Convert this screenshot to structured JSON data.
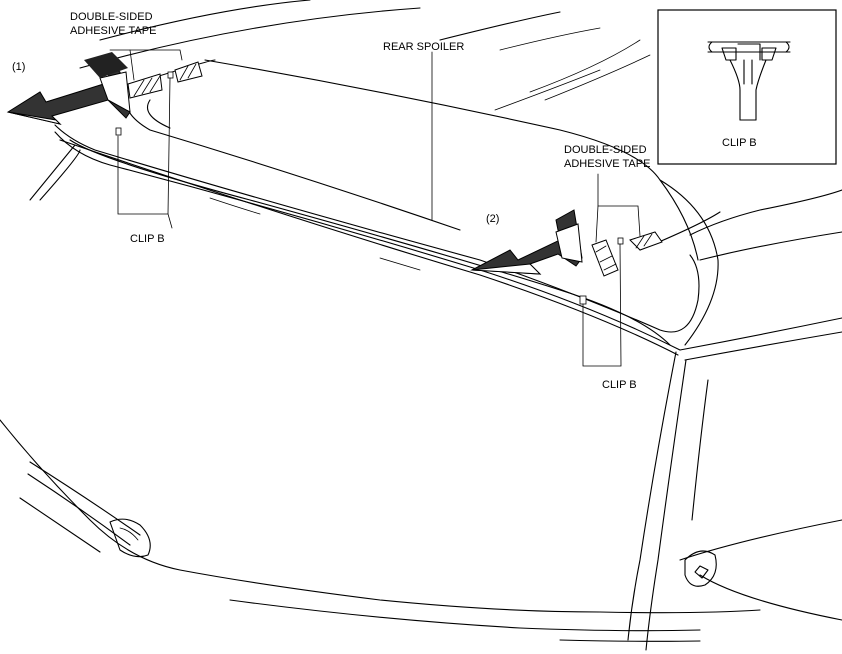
{
  "labels": {
    "tape_left": [
      "DOUBLE-SIDED",
      "ADHESIVE TAPE"
    ],
    "tape_right": [
      "DOUBLE-SIDED",
      "ADHESIVE TAPE"
    ],
    "rear_spoiler": "REAR SPOILER",
    "step_1": "(1)",
    "step_2": "(2)",
    "clip_left": "CLIP B",
    "clip_right": "CLIP B",
    "inset_clip": "CLIP B"
  }
}
